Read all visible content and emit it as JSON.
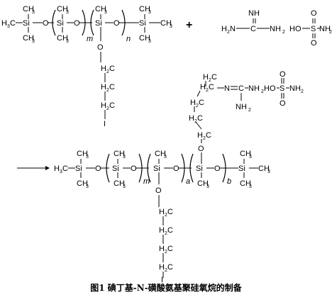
{
  "caption": "图1 碘丁基-N-磺酸氨基聚硅氧烷的制备",
  "atoms": {
    "si": "Si",
    "ch3": "CH",
    "h3c": "H",
    "c": "C",
    "h": "H",
    "o": "O",
    "i": "I",
    "n": "N",
    "s": "S",
    "plus": "+",
    "sub2": "2",
    "sub3": "3"
  },
  "repeat": {
    "m": "m",
    "n": "n",
    "a": "a",
    "b": "b"
  },
  "guanidine": {
    "imine": "NH",
    "amine_left": "H",
    "amine_n": "N",
    "center": "C",
    "amine_right": "NH",
    "sub2": "2"
  },
  "sulfamic": {
    "ho": "HO",
    "s": "S",
    "o": "O",
    "nh": "NH",
    "sub2": "2"
  },
  "product_guanidine": {
    "n_eq": "N",
    "c": "C",
    "nh2": "NH",
    "nh2b": "NH",
    "sub2": "2"
  },
  "colors": {
    "ink": "#000000",
    "background": "#ffffff"
  }
}
